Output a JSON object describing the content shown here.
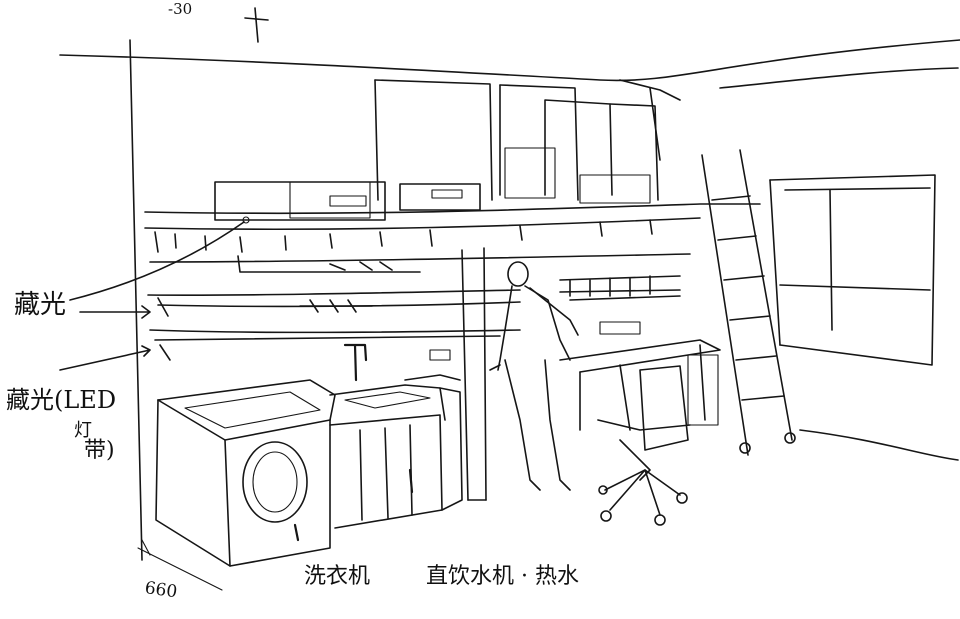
{
  "annotations": {
    "top_mark": "-30",
    "label_1": "藏光",
    "label_2": "藏光(LED",
    "label_2_line2": "灯",
    "label_2_line3": "带)",
    "dimension": "660",
    "washer": "洗衣机",
    "water": "直饮水机 · 热水"
  }
}
